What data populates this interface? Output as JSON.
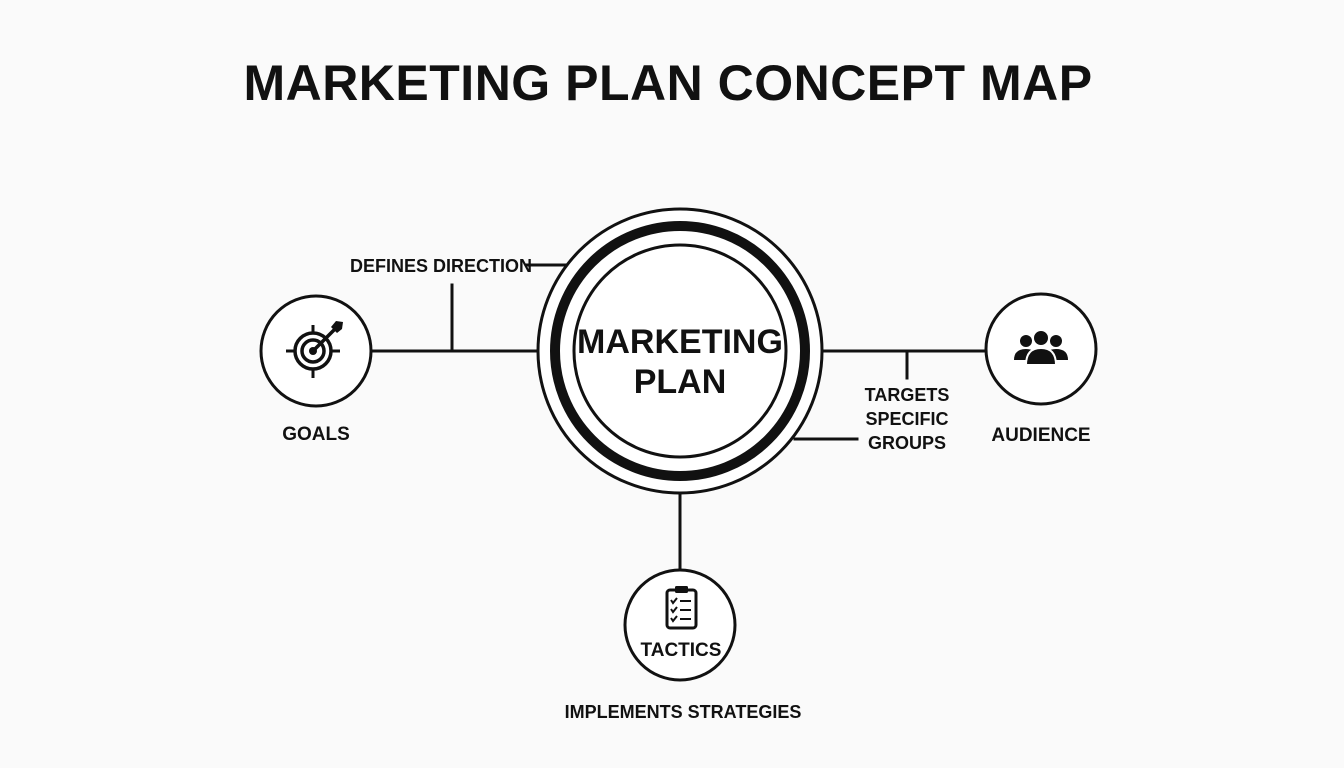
{
  "title": "MARKETING PLAN CONCEPT MAP",
  "center": {
    "line1": "MARKETING",
    "line2": "PLAN"
  },
  "nodes": {
    "goals": {
      "label": "GOALS",
      "icon": "target-arrow-icon"
    },
    "audience": {
      "label": "AUDIENCE",
      "icon": "people-group-icon"
    },
    "tactics": {
      "label": "TACTICS",
      "icon": "clipboard-checklist-icon"
    }
  },
  "edges": {
    "goals": "DEFINES DIRECTION",
    "audience": {
      "line1": "TARGETS",
      "line2": "SPECIFIC",
      "line3": "GROUPS"
    },
    "tactics": "IMPLEMENTS STRATEGIES"
  },
  "colors": {
    "ink": "#111111",
    "background": "#fafafa",
    "fill": "#ffffff"
  }
}
